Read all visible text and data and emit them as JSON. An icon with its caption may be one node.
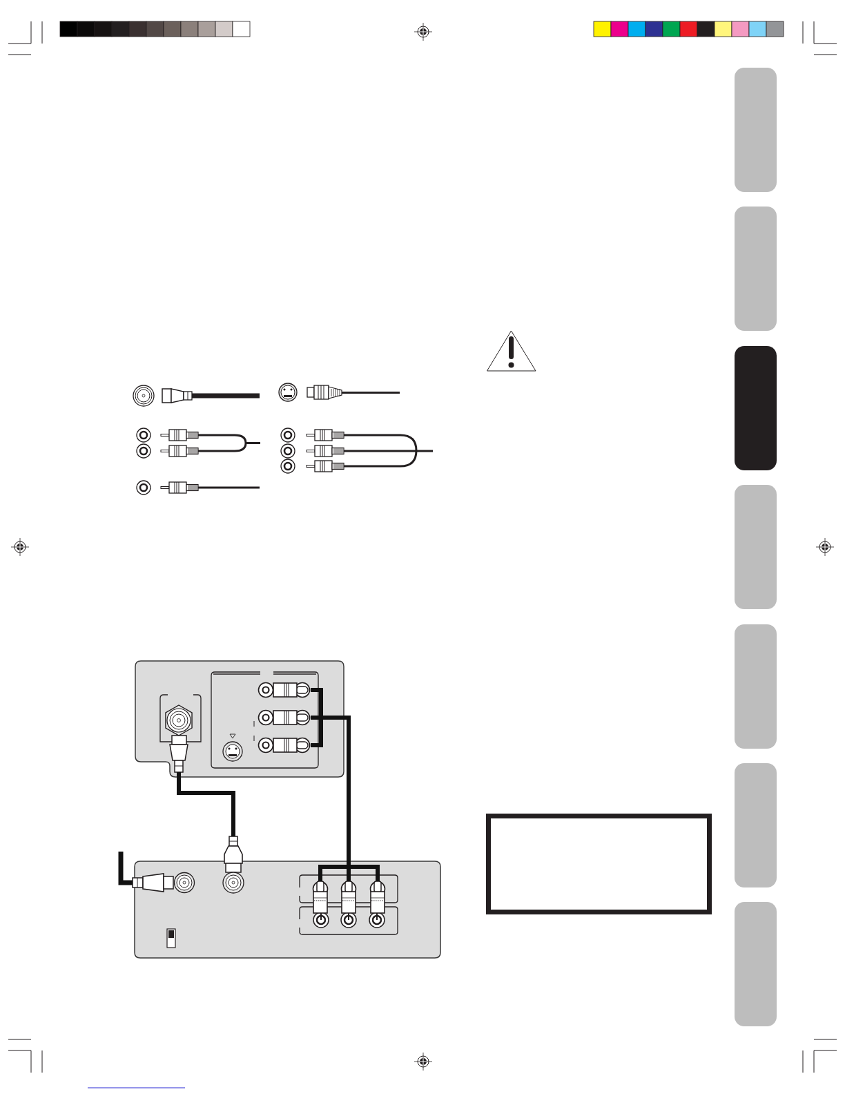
{
  "diagram": {
    "nodes": [
      {
        "text": [],
        "shape": "box"
      },
      {
        "text": [],
        "shape": "picture",
        "in": 0
      },
      {
        "text": [],
        "shape": "picture",
        "in": 0
      },
      {
        "text": [],
        "shape": "picture",
        "in": 0
      },
      {
        "text": [],
        "shape": "picture",
        "in": 0
      },
      {
        "text": [],
        "shape": "box"
      },
      {
        "text": [],
        "shape": "picture",
        "in": 5
      },
      {
        "text": [],
        "shape": "picture",
        "in": 5
      },
      {
        "text": [],
        "shape": "picture",
        "in": 5
      },
      {
        "text": [],
        "shape": "picture",
        "in": 5
      },
      {
        "text": [],
        "shape": "picture",
        "in": 5
      }
    ],
    "edges": [
      {
        "from": null,
        "to": 6,
        "arrow": "none"
      },
      {
        "from": 1,
        "to": 7,
        "arrow": "none"
      },
      {
        "from": 2,
        "to": 8,
        "arrow": "none"
      },
      {
        "from": 3,
        "to": 9,
        "arrow": "none"
      },
      {
        "from": 4,
        "to": 10,
        "arrow": "none"
      }
    ]
  }
}
